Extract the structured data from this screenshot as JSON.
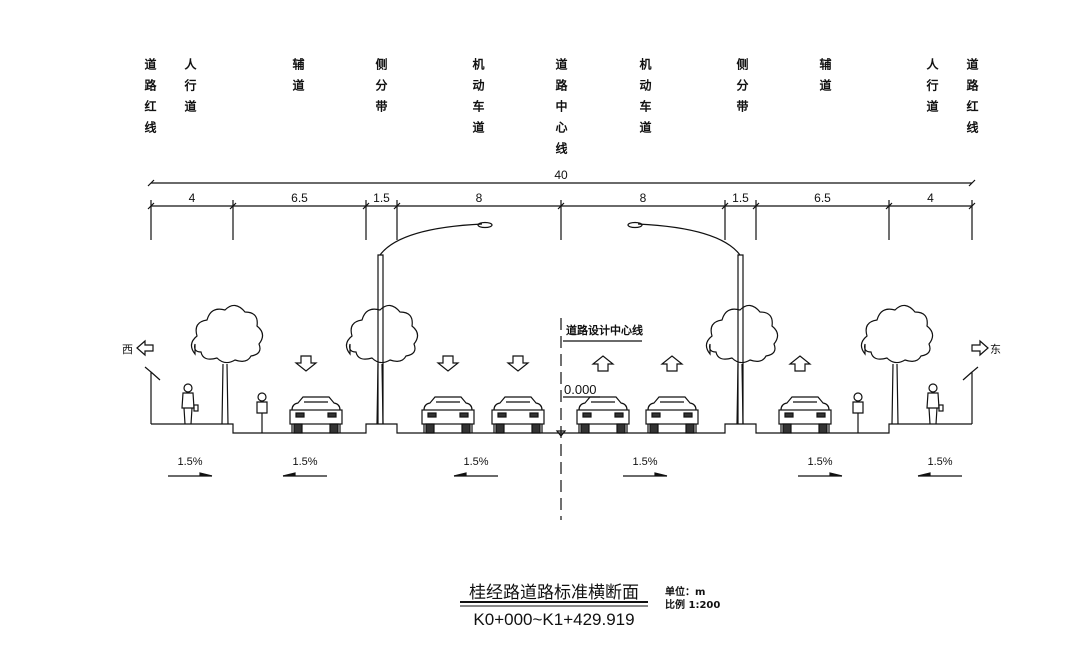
{
  "columns": [
    {
      "label": "道路红线"
    },
    {
      "label": "人行道"
    },
    {
      "label": "辅道"
    },
    {
      "label": "侧分带"
    },
    {
      "label": "机动车道"
    },
    {
      "label": "道路中心线"
    },
    {
      "label": "机动车道"
    },
    {
      "label": "侧分带"
    },
    {
      "label": "辅道"
    },
    {
      "label": "人行道"
    },
    {
      "label": "道路红线"
    }
  ],
  "dimensions": {
    "total": "40",
    "segments": [
      "4",
      "6.5",
      "1.5",
      "8",
      "8",
      "1.5",
      "6.5",
      "4"
    ]
  },
  "directions": {
    "west": "西",
    "east": "东"
  },
  "centerline_label": "道路设计中心线",
  "elevation": "0.000",
  "slopes": [
    "1.5%",
    "1.5%",
    "1.5%",
    "1.5%",
    "1.5%",
    "1.5%"
  ],
  "title": "桂经路道路标准横断面",
  "subtitle": "K0+000~K1+429.919",
  "unit": "单位：m",
  "scale": "比例 1:200"
}
